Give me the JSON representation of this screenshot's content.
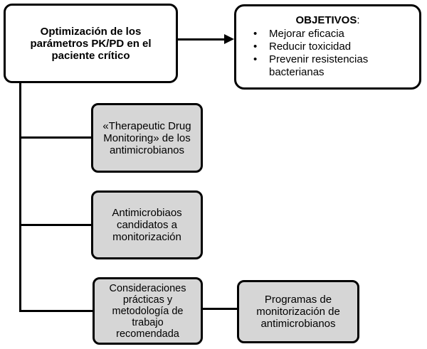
{
  "diagram": {
    "root_box": {
      "text": "Optimización de los\nparámetros PK/PD en el\npaciente crítico"
    },
    "objectives_box": {
      "heading": "OBJETIVOS",
      "heading_suffix": ":",
      "items": [
        "Mejorar eficacia",
        "Reducir toxicidad",
        "Prevenir resistencias bacterianas"
      ]
    },
    "branch_boxes": [
      {
        "text": "«Therapeutic Drug\nMonitoring» de los\nantimicrobianos"
      },
      {
        "text": "Antimicrobiaos\ncandidatos a\nmonitorización"
      },
      {
        "text": "Consideraciones\nprácticas y\nmetodología de\ntrabajo\nrecomendada"
      }
    ],
    "programs_box": {
      "text": "Programas de\nmonitorización de\nantimicrobianos"
    },
    "colors": {
      "box_fill_gray": "#d6d6d6",
      "box_fill_white": "#ffffff",
      "line": "#000000"
    }
  }
}
